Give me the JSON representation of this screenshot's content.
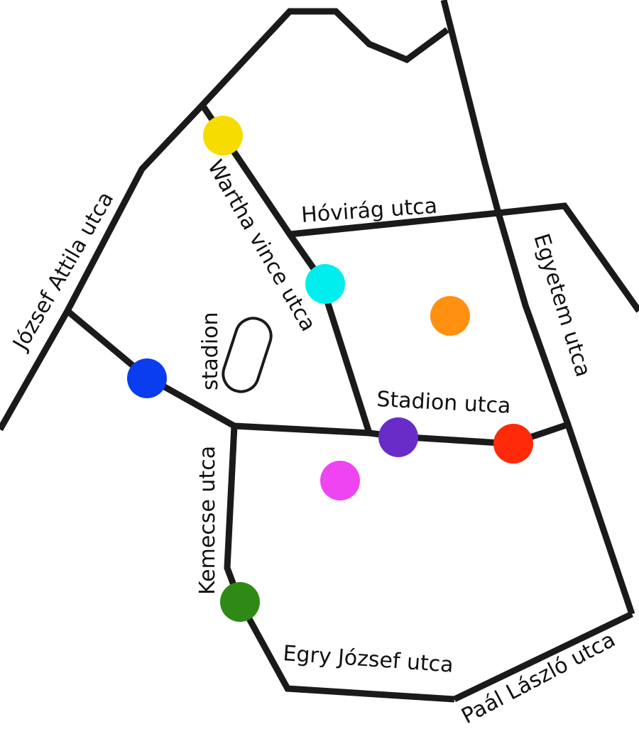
{
  "map": {
    "title": "Street map with colored location markers",
    "streets": [
      {
        "id": "jozsef-attila",
        "name": "József Attila utca"
      },
      {
        "id": "wartha-vince",
        "name": "Wartha vince utca"
      },
      {
        "id": "hovirag",
        "name": "Hóvirág utca"
      },
      {
        "id": "egyetem",
        "name": "Egyetem utca"
      },
      {
        "id": "stadion-utca",
        "name": "Stadion utca"
      },
      {
        "id": "kemecse",
        "name": "Kemecse utca"
      },
      {
        "id": "egry-jozsef",
        "name": "Egry József utca"
      },
      {
        "id": "paal-laszlo",
        "name": "Paál László utca"
      }
    ],
    "landmarks": [
      {
        "id": "stadion",
        "name": "stadion"
      }
    ],
    "markers": [
      {
        "id": "yellow",
        "color": "#f7dc00"
      },
      {
        "id": "cyan",
        "color": "#00eeee"
      },
      {
        "id": "orange",
        "color": "#ff9010"
      },
      {
        "id": "blue",
        "color": "#0a3cf0"
      },
      {
        "id": "purple",
        "color": "#6a2cc8"
      },
      {
        "id": "red",
        "color": "#ff2a0a"
      },
      {
        "id": "magenta",
        "color": "#ee44f2"
      },
      {
        "id": "green",
        "color": "#2e8a14"
      }
    ]
  }
}
